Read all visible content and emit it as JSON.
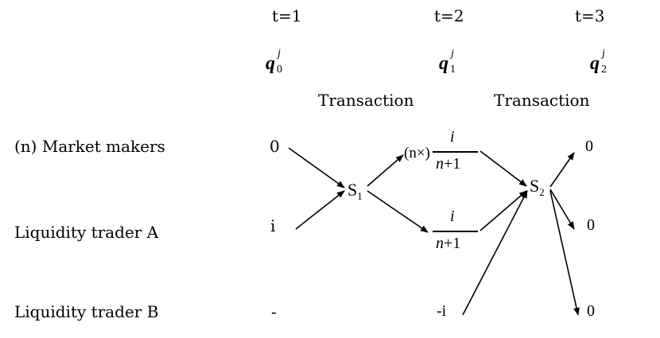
{
  "time_labels": [
    "t=1",
    "t=2",
    "t=3"
  ],
  "q_vars": [
    {
      "base": "q",
      "sup": "j",
      "sub": "0"
    },
    {
      "base": "q",
      "sup": "j",
      "sub": "1"
    },
    {
      "base": "q",
      "sup": "j",
      "sub": "2"
    }
  ],
  "transaction_labels": [
    "Transaction",
    "Transaction"
  ],
  "rows": [
    {
      "label": "(n) Market makers"
    },
    {
      "label": "Liquidity trader A"
    },
    {
      "label": "Liquidity trader B"
    }
  ],
  "initial_values": [
    "0",
    "i",
    "-"
  ],
  "nodes": [
    {
      "base": "S",
      "sub": "1"
    },
    {
      "base": "S",
      "sub": "2"
    }
  ],
  "mid_values": {
    "market_makers_prefix": "(n×)",
    "frac_num": "i",
    "frac_den_var": "n",
    "frac_den_rest": "+1",
    "trader_b": "-i"
  },
  "final_values": [
    "0",
    "0",
    "0"
  ]
}
